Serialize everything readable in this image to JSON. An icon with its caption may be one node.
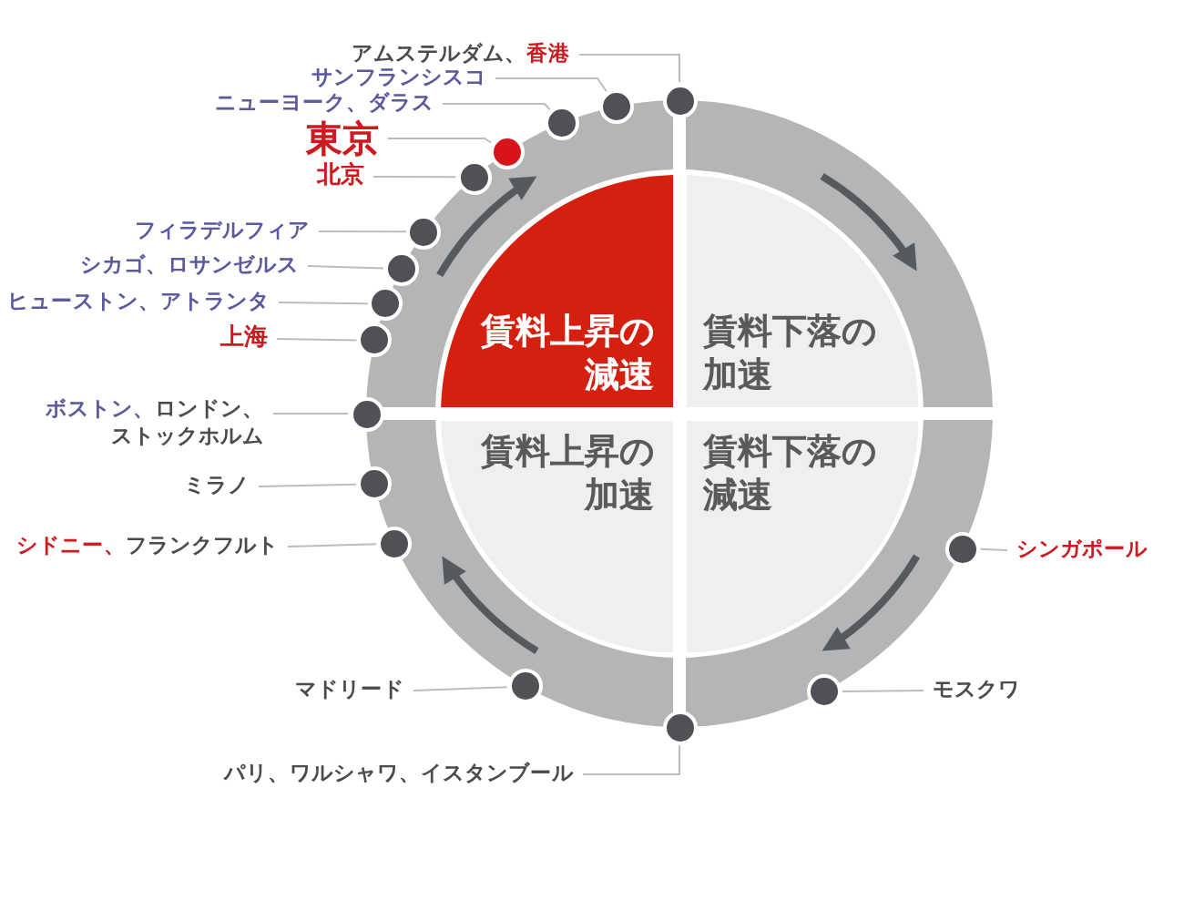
{
  "diagram": {
    "nodes": [
      {
        "text": [
          "賃料上昇の減速"
        ]
      },
      {
        "text": [
          "賃料下落の加速"
        ]
      },
      {
        "text": [
          "賃料上昇の加速"
        ]
      },
      {
        "text": [
          "賃料下落の減速"
        ]
      },
      {
        "text": [
          "アムステルダム、",
          "香港"
        ]
      },
      {
        "text": [
          "サンフランシスコ"
        ]
      },
      {
        "text": [
          "ニューヨーク、ダラス"
        ]
      },
      {
        "text": [
          "東京"
        ]
      },
      {
        "text": [
          "北京"
        ]
      },
      {
        "text": [
          "フィラデルフィア"
        ]
      },
      {
        "text": [
          "シカゴ、ロサンゼルス"
        ]
      },
      {
        "text": [
          "ヒューストン、アトランタ"
        ]
      },
      {
        "text": [
          "上海"
        ]
      },
      {
        "text": [
          "ボストン、",
          "ロンドン、ストックホルム"
        ]
      },
      {
        "text": [
          "ミラノ"
        ]
      },
      {
        "text": [
          "シドニー、",
          "フランクフルト"
        ]
      },
      {
        "text": [
          "シンガポール"
        ]
      },
      {
        "text": [
          "マドリード"
        ]
      },
      {
        "text": [
          "モスクワ"
        ]
      },
      {
        "text": [
          "パリ、ワルシャワ、イスタンブール"
        ]
      },
      {
        "text": [],
        "shape": "circle"
      },
      {
        "text": [],
        "shape": "circle"
      },
      {
        "text": [],
        "shape": "circle"
      },
      {
        "text": [],
        "shape": "circle"
      },
      {
        "text": [],
        "shape": "circle"
      },
      {
        "text": [],
        "shape": "circle"
      },
      {
        "text": [],
        "shape": "circle"
      },
      {
        "text": [],
        "shape": "circle"
      },
      {
        "text": [],
        "shape": "circle"
      },
      {
        "text": [],
        "shape": "circle"
      },
      {
        "text": [],
        "shape": "circle"
      },
      {
        "text": [],
        "shape": "circle"
      },
      {
        "text": [],
        "shape": "circle"
      },
      {
        "text": [],
        "shape": "circle"
      },
      {
        "text": [],
        "shape": "circle"
      },
      {
        "text": [],
        "shape": "circle"
      }
    ],
    "edges": [
      {
        "from": 4,
        "to": 20,
        "arrow": "none"
      },
      {
        "from": 5,
        "to": 21,
        "arrow": "none"
      },
      {
        "from": 6,
        "to": 22,
        "arrow": "none"
      },
      {
        "from": 7,
        "to": 23,
        "arrow": "none"
      },
      {
        "from": 8,
        "to": 24,
        "arrow": "none"
      },
      {
        "from": 9,
        "to": 25,
        "arrow": "none"
      },
      {
        "from": 10,
        "to": 26,
        "arrow": "none"
      },
      {
        "from": 11,
        "to": 27,
        "arrow": "none"
      },
      {
        "from": 12,
        "to": 28,
        "arrow": "none"
      },
      {
        "from": 13,
        "to": 29,
        "arrow": "none"
      },
      {
        "from": 14,
        "to": 30,
        "arrow": "none"
      },
      {
        "from": 15,
        "to": 31,
        "arrow": "none"
      },
      {
        "from": 16,
        "to": 32,
        "arrow": "none"
      },
      {
        "from": 17,
        "to": 33,
        "arrow": "none"
      },
      {
        "from": 18,
        "to": 34,
        "arrow": "none"
      },
      {
        "from": 19,
        "to": 35,
        "arrow": "none"
      }
    ]
  }
}
